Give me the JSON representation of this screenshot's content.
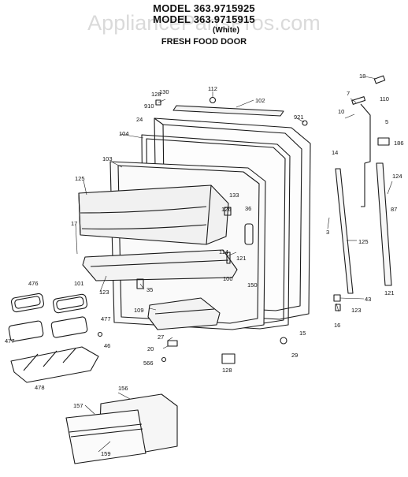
{
  "header": {
    "model_line_1": "MODEL 363.9715925",
    "model_line_2": "MODEL 363.9715915",
    "color_note": "(White)",
    "title": "FRESH FOOD DOOR"
  },
  "watermark": "AppliancePartsPros.com",
  "part_labels": {
    "p18": "18",
    "p112": "112",
    "p102": "102",
    "p128": "128",
    "p130": "130",
    "p910": "910",
    "p921": "921",
    "p24": "24",
    "p7": "7",
    "p110": "110",
    "p10": "10",
    "p5": "5",
    "p186": "186",
    "p104": "104",
    "p103": "103",
    "p14": "14",
    "p124": "124",
    "p125a": "125",
    "p133": "133",
    "p126": "126",
    "p36": "36",
    "p3": "3",
    "p87": "87",
    "p17": "17",
    "p125b": "125",
    "p114": "114",
    "p121a": "121",
    "p101": "101",
    "p100": "100",
    "p150": "150",
    "p123a": "123",
    "p35": "35",
    "p121b": "121",
    "p476": "476",
    "p43": "43",
    "p123b": "123",
    "p477a": "477",
    "p109": "109",
    "p16": "16",
    "p15": "15",
    "p477b": "477",
    "p46": "46",
    "p27": "27",
    "p20": "20",
    "p29": "29",
    "p566": "566",
    "p128b": "128",
    "p478": "478",
    "p156": "156",
    "p157": "157",
    "p159": "159"
  }
}
